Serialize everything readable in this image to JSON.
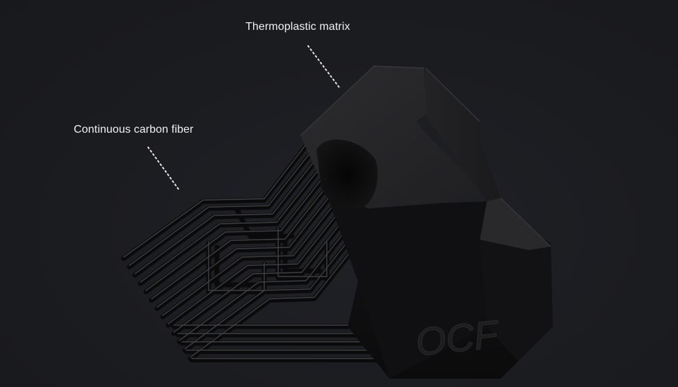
{
  "labels": {
    "thermoplastic_matrix": "Thermoplastic matrix",
    "continuous_carbon_fiber": "Continuous carbon fiber"
  },
  "part_engraving": "OCF",
  "colors": {
    "background": "#1b1c20",
    "label_text": "#f2f2f2",
    "leader_line": "#e8e8e8"
  }
}
